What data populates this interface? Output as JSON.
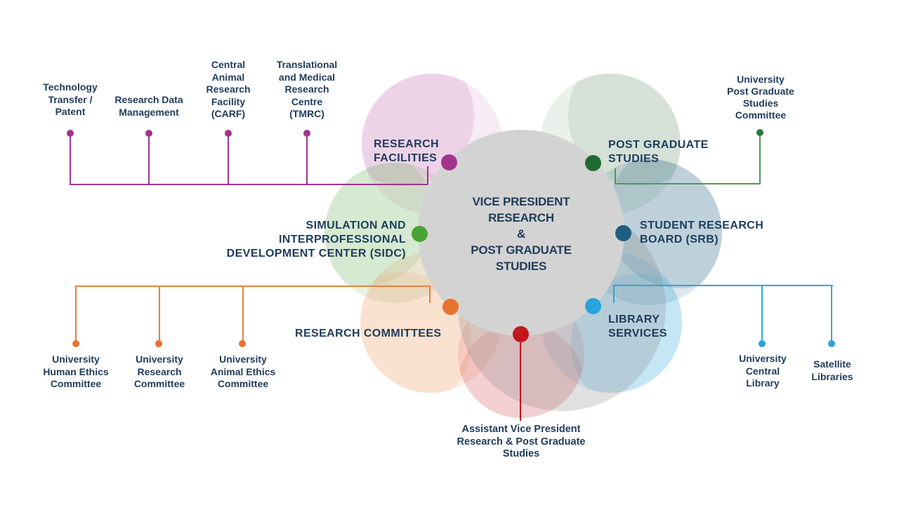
{
  "title": "Vice President Research & Post Graduate Studies organisation diagram",
  "center": {
    "label": "VICE PRESIDENT\nRESEARCH\n&\nPOST GRADUATE\nSTUDIES",
    "circle_color": "#d3d3d3",
    "text_color": "#1e3c5c"
  },
  "groups": {
    "research_facilities": {
      "label": "RESEARCH\nFACILITIES",
      "color": "#a2348e",
      "children": [
        {
          "label": "Technology\nTransfer /\nPatent"
        },
        {
          "label": "Research Data\nManagement"
        },
        {
          "label": "Central\nAnimal\nResearch\nFacility\n(CARF)"
        },
        {
          "label": "Translational\nand Medical\nResearch\nCentre\n(TMRC)"
        }
      ]
    },
    "post_graduate_studies": {
      "label": "POST GRADUATE\nSTUDIES",
      "color": "#1f6b33",
      "line_color": "#55945c",
      "children": [
        {
          "label": "University\nPost Graduate\nStudies\nCommittee"
        }
      ]
    },
    "sidc": {
      "label": "SIMULATION AND INTERPROFESSIONAL\nDEVELOPMENT CENTER (SIDC)",
      "color": "#4ca335",
      "children": []
    },
    "srb": {
      "label": "STUDENT RESEARCH\nBOARD (SRB)",
      "color": "#1e5f80",
      "children": []
    },
    "research_committees": {
      "label": "RESEARCH COMMITTEES",
      "color": "#e8732d",
      "line_color": "#e8813c",
      "children": [
        {
          "label": "University\nHuman Ethics\nCommittee"
        },
        {
          "label": "University\nResearch\nCommittee"
        },
        {
          "label": "University\nAnimal Ethics\nCommittee"
        }
      ]
    },
    "library_services": {
      "label": "LIBRARY\nSERVICES",
      "color": "#29a3dc",
      "line_color": "#35a4d8",
      "children": [
        {
          "label": "University\nCentral\nLibrary"
        },
        {
          "label": "Satellite\nLibraries"
        }
      ]
    },
    "assistant_vp": {
      "label": "Assistant Vice President\nResearch & Post Graduate\nStudies",
      "color": "#c4161c",
      "children": []
    }
  }
}
